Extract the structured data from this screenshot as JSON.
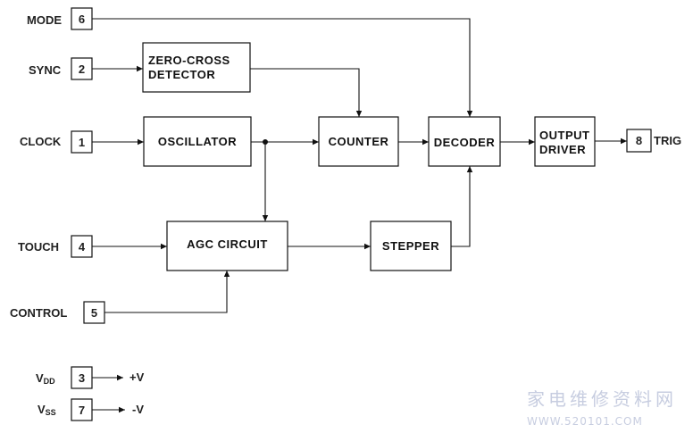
{
  "pins": {
    "mode": {
      "label": "MODE",
      "num": "6"
    },
    "sync": {
      "label": "SYNC",
      "num": "2"
    },
    "clock": {
      "label": "CLOCK",
      "num": "1"
    },
    "touch": {
      "label": "TOUCH",
      "num": "4"
    },
    "control": {
      "label": "CONTROL",
      "num": "5"
    },
    "vdd": {
      "label": "V",
      "sub": "DD",
      "num": "3",
      "out": "+V"
    },
    "vss": {
      "label": "V",
      "sub": "SS",
      "num": "7",
      "out": "-V"
    },
    "trig": {
      "label": "TRIG",
      "num": "8"
    }
  },
  "blocks": {
    "zero_cross": {
      "line1": "ZERO-CROSS",
      "line2": "DETECTOR"
    },
    "oscillator": {
      "label": "OSCILLATOR"
    },
    "counter": {
      "label": "COUNTER"
    },
    "decoder": {
      "label": "DECODER"
    },
    "output_driver": {
      "line1": "OUTPUT",
      "line2": "DRIVER"
    },
    "agc": {
      "label": "AGC CIRCUIT"
    },
    "stepper": {
      "label": "STEPPER"
    }
  },
  "watermark": {
    "cn": "家电维修资料网",
    "url": "WWW.520101.COM"
  }
}
